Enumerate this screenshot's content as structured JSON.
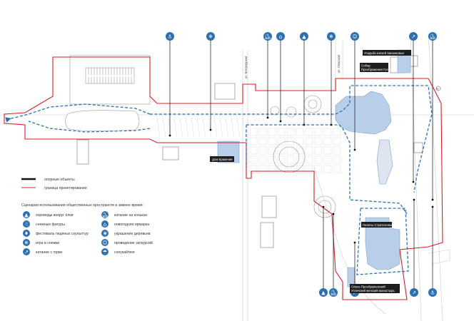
{
  "legend": {
    "anchor_label": "опорные объекты",
    "boundary_label": "граница проектирования",
    "scenario_title": "Сценарии использования общественных пространств в зимнее время:",
    "left_items": [
      {
        "icon": "round-dance-icon",
        "label": "хороводы вокруг ёлки"
      },
      {
        "icon": "snow-figures-icon",
        "label": "снежные фигуры"
      },
      {
        "icon": "ice-sculpture-festival-icon",
        "label": "фестиваль ледяных скульптур"
      },
      {
        "icon": "snowflake-icon",
        "label": "игра в снежки"
      },
      {
        "icon": "sledding-icon",
        "label": "катание с горки"
      }
    ],
    "right_items": [
      {
        "icon": "skating-icon",
        "label": "катание на коньках"
      },
      {
        "icon": "new-year-fair-icon",
        "label": "новогодняя ярмарка"
      },
      {
        "icon": "tree-decoration-icon",
        "label": "украшение деревьев"
      },
      {
        "icon": "excursion-icon",
        "label": "проведение экскурсий"
      },
      {
        "icon": "snow-kiting-icon",
        "label": "сноукайтинг"
      }
    ]
  },
  "labels": {
    "dom_bracheniya": "Дом Бракения",
    "usadba_1": "Усадьба князей Зинзиновых",
    "sobor_1": "Собор",
    "sobor_2": "Преображения Господня",
    "palaty": "Палаты Стратиловых",
    "monastery_1": "Спасо-Преображенский",
    "monastery_2": "Угличский женский монастырь",
    "street_left": "ул. Богородская",
    "street_top": "ул. Спасская"
  },
  "colors": {
    "accent_blue": "#2e6fb0",
    "boundary_red": "#d0202a",
    "building_blue": "#b8cfea",
    "dark_label": "#1e1e1e"
  },
  "top_icons": [
    "person-icon",
    "snowflake-icon",
    "skater-icon",
    "new-year-fair-icon",
    "tree-icon",
    "snowflake-icon",
    "figure-icon",
    "sledding-icon",
    "skater-icon"
  ],
  "bottom_icons": [
    "round-dance-icon",
    "skater-icon",
    "sledding-icon",
    "sledding-icon",
    "person-icon"
  ]
}
